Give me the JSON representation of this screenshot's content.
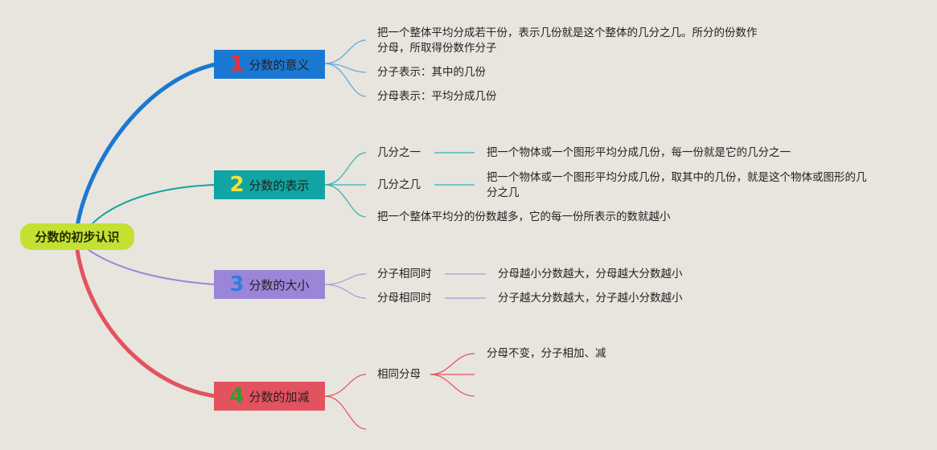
{
  "root": {
    "label": "分数的初步认识"
  },
  "branches": [
    {
      "num": "1",
      "label": "分数的意义",
      "color": "#1a78d2",
      "num_color": "#e8303a"
    },
    {
      "num": "2",
      "label": "分数的表示",
      "color": "#10a5a2",
      "num_color": "#f3e23a"
    },
    {
      "num": "3",
      "label": "分数的大小",
      "color": "#9b85d8",
      "num_color": "#2e7fde"
    },
    {
      "num": "4",
      "label": "分数的加减",
      "color": "#e3525f",
      "num_color": "#2e9e2e"
    }
  ],
  "b1": {
    "line1": "把一个整体平均分成若干份，表示几份就是这个整体的几分之几。所分的份数作",
    "line2": "分母，所取得份数作分子",
    "numerator": "分子表示：其中的几份",
    "denominator": "分母表示：平均分成几份"
  },
  "b2": {
    "one_term": "几分之一",
    "one_desc": "把一个物体或一个图形平均分成几份，每一份就是它的几分之一",
    "several_term": "几分之几",
    "several_desc_1": "把一个物体或一个图形平均分成几份，取其中的几份，就是这个物体或图形的几",
    "several_desc_2": "分之几",
    "rule": "把一个整体平均分的份数越多，它的每一份所表示的数就越小"
  },
  "b3": {
    "same_num_term": "分子相同时",
    "same_num_desc": "分母越小分数越大，分母越大分数越小",
    "same_den_term": "分母相同时",
    "same_den_desc": "分子越大分数越大，分子越小分数越小"
  },
  "b4": {
    "same_den_term": "相同分母",
    "rule": "分母不变，分子相加、减"
  }
}
